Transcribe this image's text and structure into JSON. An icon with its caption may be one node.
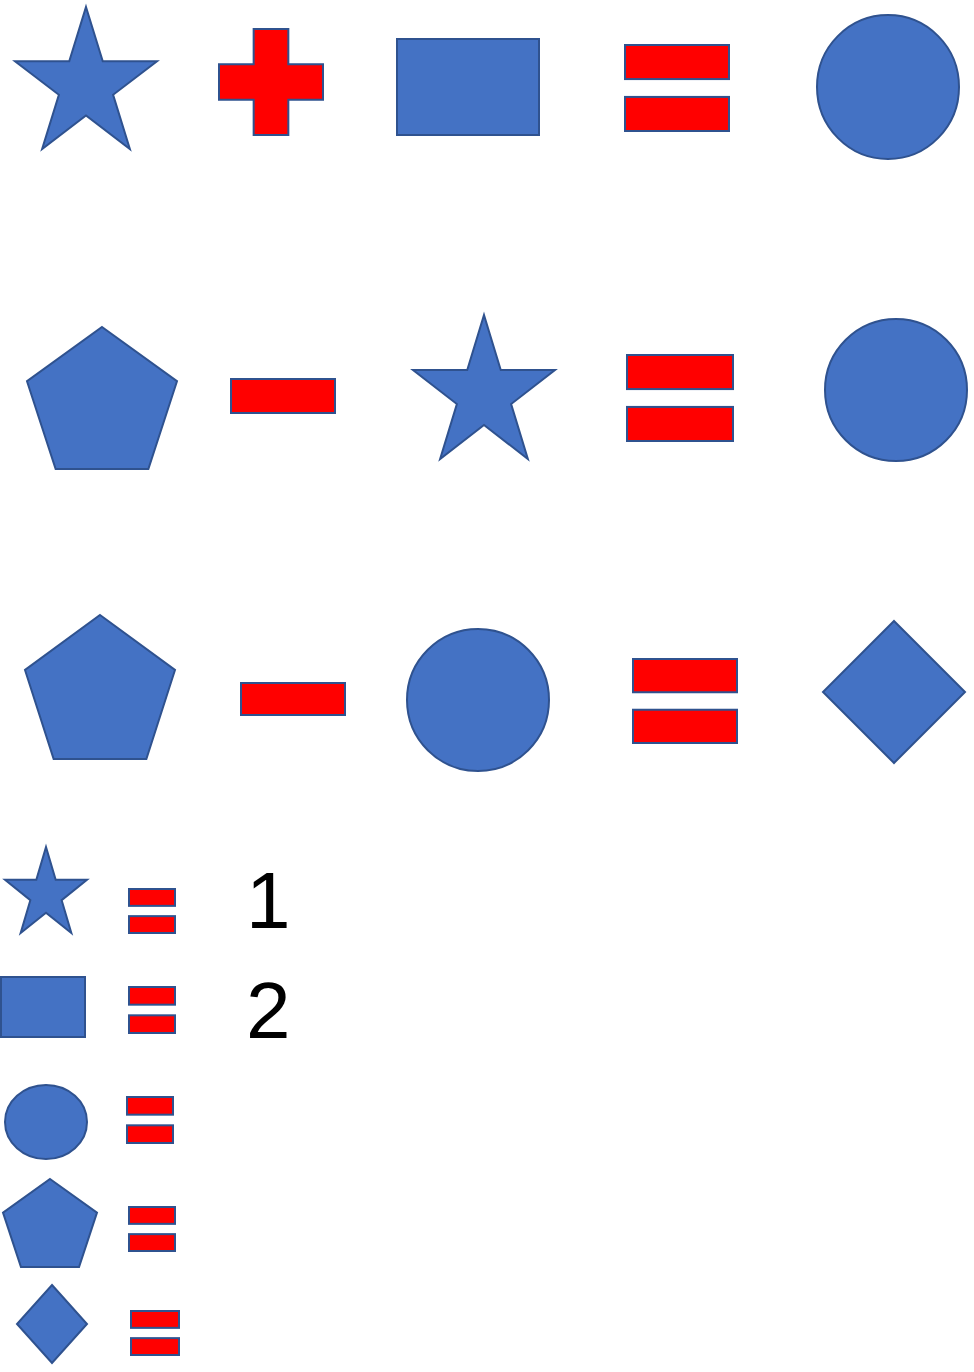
{
  "diagram": {
    "nodes": [
      {
        "text": [],
        "shape": "star"
      },
      {
        "text": [],
        "shape": "plus"
      },
      {
        "text": [],
        "shape": "box"
      },
      {
        "text": [],
        "shape": "equals"
      },
      {
        "text": [],
        "shape": "circle"
      },
      {
        "text": [],
        "shape": "pentagon"
      },
      {
        "text": [],
        "shape": "minus"
      },
      {
        "text": [],
        "shape": "star"
      },
      {
        "text": [],
        "shape": "equals"
      },
      {
        "text": [],
        "shape": "circle"
      },
      {
        "text": [],
        "shape": "pentagon"
      },
      {
        "text": [],
        "shape": "minus"
      },
      {
        "text": [],
        "shape": "circle"
      },
      {
        "text": [],
        "shape": "equals"
      },
      {
        "text": [],
        "shape": "diamond"
      },
      {
        "text": [],
        "shape": "star"
      },
      {
        "text": [],
        "shape": "equals"
      },
      {
        "text": [],
        "shape": "box"
      },
      {
        "text": [],
        "shape": "equals"
      },
      {
        "text": [],
        "shape": "circle"
      },
      {
        "text": [],
        "shape": "equals"
      },
      {
        "text": [],
        "shape": "pentagon"
      },
      {
        "text": [],
        "shape": "equals"
      },
      {
        "text": [],
        "shape": "diamond"
      },
      {
        "text": [],
        "shape": "equals"
      }
    ],
    "labels": [
      "1",
      "2"
    ]
  }
}
